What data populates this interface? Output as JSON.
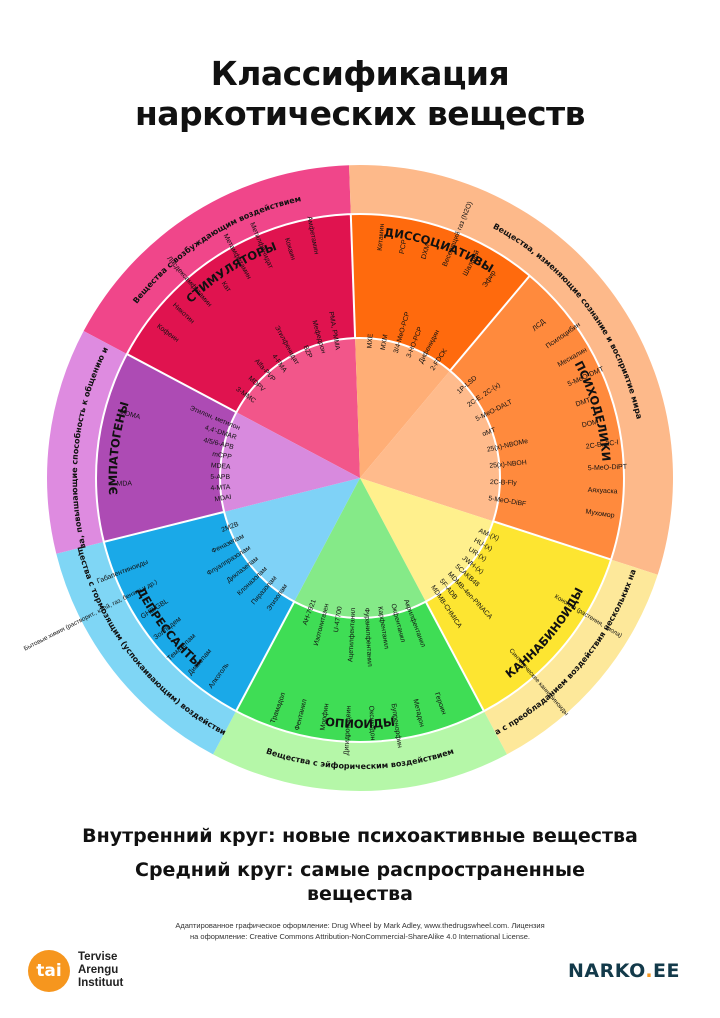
{
  "header": {
    "title_line1": "Классификация",
    "title_line2": "наркотических веществ"
  },
  "legend": {
    "line1": "Внутренний круг: новые психоактивные вещества",
    "line2": "Средний круг: самые распространенные вещества"
  },
  "credit": {
    "line1": "Адаптированное графическое оформление: Drug Wheel by Mark Adley, www.thedrugswheel.com. Лицензия",
    "line2": "на оформление: Creative Commons Attribution-NonCommercial-ShareAlike 4.0 International License."
  },
  "logos": {
    "tai_mark": "tai",
    "tai_name": [
      "Tervise",
      "Arengu",
      "Instituut"
    ],
    "narko_a": "NARKO",
    "narko_dot": ".",
    "narko_b": "EE"
  },
  "colors": {
    "outer": {
      "stimulants": "#f0468a",
      "psychedelic_group": "#fdb98a",
      "cannabinoids": "#fde89a",
      "opioids": "#b5f7a8",
      "depressants": "#7fd6f5",
      "empathogens": "#de8be0"
    },
    "middle": {
      "stimulants": "#e0134f",
      "dissociatives": "#ff6a0d",
      "psychedelics": "#ff8a3d",
      "cannabinoids": "#fde531",
      "opioids": "#3fdd55",
      "depressants": "#1aa9e8",
      "empathogens": "#ad4bb4"
    },
    "inner": {
      "stimulants": "#f2568a",
      "dissociatives": "#ffae76",
      "psychedelics": "#ffbb8c",
      "cannabinoids": "#fff08d",
      "opioids": "#85ea88",
      "depressants": "#7fd2f7",
      "empathogens": "#d88ade"
    }
  },
  "segments": [
    {
      "id": "stimulants",
      "outer_label": "Вещества с возбуждающим воздействием",
      "class_label": "СТИМУЛЯТОРЫ",
      "middle_items": [
        "Кофеин",
        "Никотин",
        "Лисдексамфетамин",
        "Кат",
        "Метамфетамин",
        "Метилфенидат",
        "Кокаин",
        "Амфетамин"
      ],
      "inner_items": [
        "3-ММС",
        "MDPV",
        "Alfa-PVP",
        "4-FMA",
        "Этилфенидат",
        "BZP",
        "Мефедрон",
        "PMA, PMMA"
      ]
    },
    {
      "id": "dissociatives",
      "outer_label": "Вещества, изменяющие сознание и восприятие мира",
      "class_label": "ДИССОЦИАТИВЫ",
      "middle_items": [
        "Кетамин",
        "PCP",
        "DXM",
        "Веселящий газ (N2O)",
        "Шалфей",
        "Эфир"
      ],
      "inner_items": [
        "MXE",
        "MXM",
        "3/4-MeO-PCP",
        "3-HO-PCP",
        "Дифенидин",
        "2-FDCK"
      ]
    },
    {
      "id": "psychedelics",
      "class_label": "ПСИХОДЕЛИКИ",
      "middle_items": [
        "ЛСД",
        "Псилоцибин",
        "Мескалин",
        "5-MeO-DMT",
        "DMT",
        "DOM",
        "2C-B, 2C-I",
        "5-MeO-DiPT",
        "Аяхуаска",
        "Мухомор"
      ],
      "inner_items": [
        "1P-LSD",
        "2C-E, 2C-(x)",
        "5-MeO-DALT",
        "αMT",
        "25(x)-NBOMe",
        "25(x)-NBOH",
        "2C-B-Fly",
        "5-MeO-DiBF"
      ]
    },
    {
      "id": "cannabinoids",
      "outer_label": "Вещества с преобладанием воздействия нескольких наркотиков",
      "class_label": "КАННАБИНОИДЫ",
      "middle_items": [
        "Конопля (растения, смола)",
        "Синтетические каннабиноиды"
      ],
      "inner_items": [
        "AM-(X)",
        "HU-(x)",
        "UR-(x)",
        "JWH-(x)",
        "5CAKB48",
        "MDMB-4en-PINACA",
        "5F-ADB",
        "MDMB-CHMICA"
      ]
    },
    {
      "id": "opioids",
      "outer_label": "Вещества с эйфорическим воздействием",
      "class_label": "ОПИОИДЫ",
      "middle_items": [
        "Героин",
        "Метадон",
        "Бупренорфин",
        "Оксикодон",
        "Дигидрокодеин",
        "Морфин",
        "Фентанил",
        "Трамадол"
      ],
      "inner_items": [
        "Акрилфентанил",
        "Окфентанил",
        "Карфентанил",
        "Фуранилфентанил",
        "Ацетилфентанил",
        "U-47700",
        "Изотонитазен",
        "AH-7921"
      ]
    },
    {
      "id": "depressants",
      "outer_label": "Вещества с тормозящим (успокаивающим) воздействием",
      "class_label": "ДЕПРЕССАНТЫ",
      "middle_items": [
        "Алкоголь",
        "Диазепам",
        "Темазепам",
        "Золпидем",
        "GHB/GBL",
        "Бытовые химия (растворит., клей, газ, бензин и др.)",
        "Габапентиноиды"
      ],
      "inner_items": [
        "Этизолам",
        "Пиразолам",
        "Клоназолам",
        "Диклазепам",
        "Флуалпразолам",
        "Феназепам",
        "2M2B"
      ]
    },
    {
      "id": "empathogens",
      "outer_label": "Вещества, повышающие способность к общению и эмпатии",
      "class_label": "ЭМПАТОГЕНЫ",
      "middle_items": [
        "MDA",
        "MDMA"
      ],
      "inner_items": [
        "MDAI",
        "4-MTA",
        "5-APB",
        "MDEA",
        "mCPP",
        "4/5/6-APB",
        "4,4'-DMAR",
        "Этилон, метилон"
      ]
    }
  ]
}
